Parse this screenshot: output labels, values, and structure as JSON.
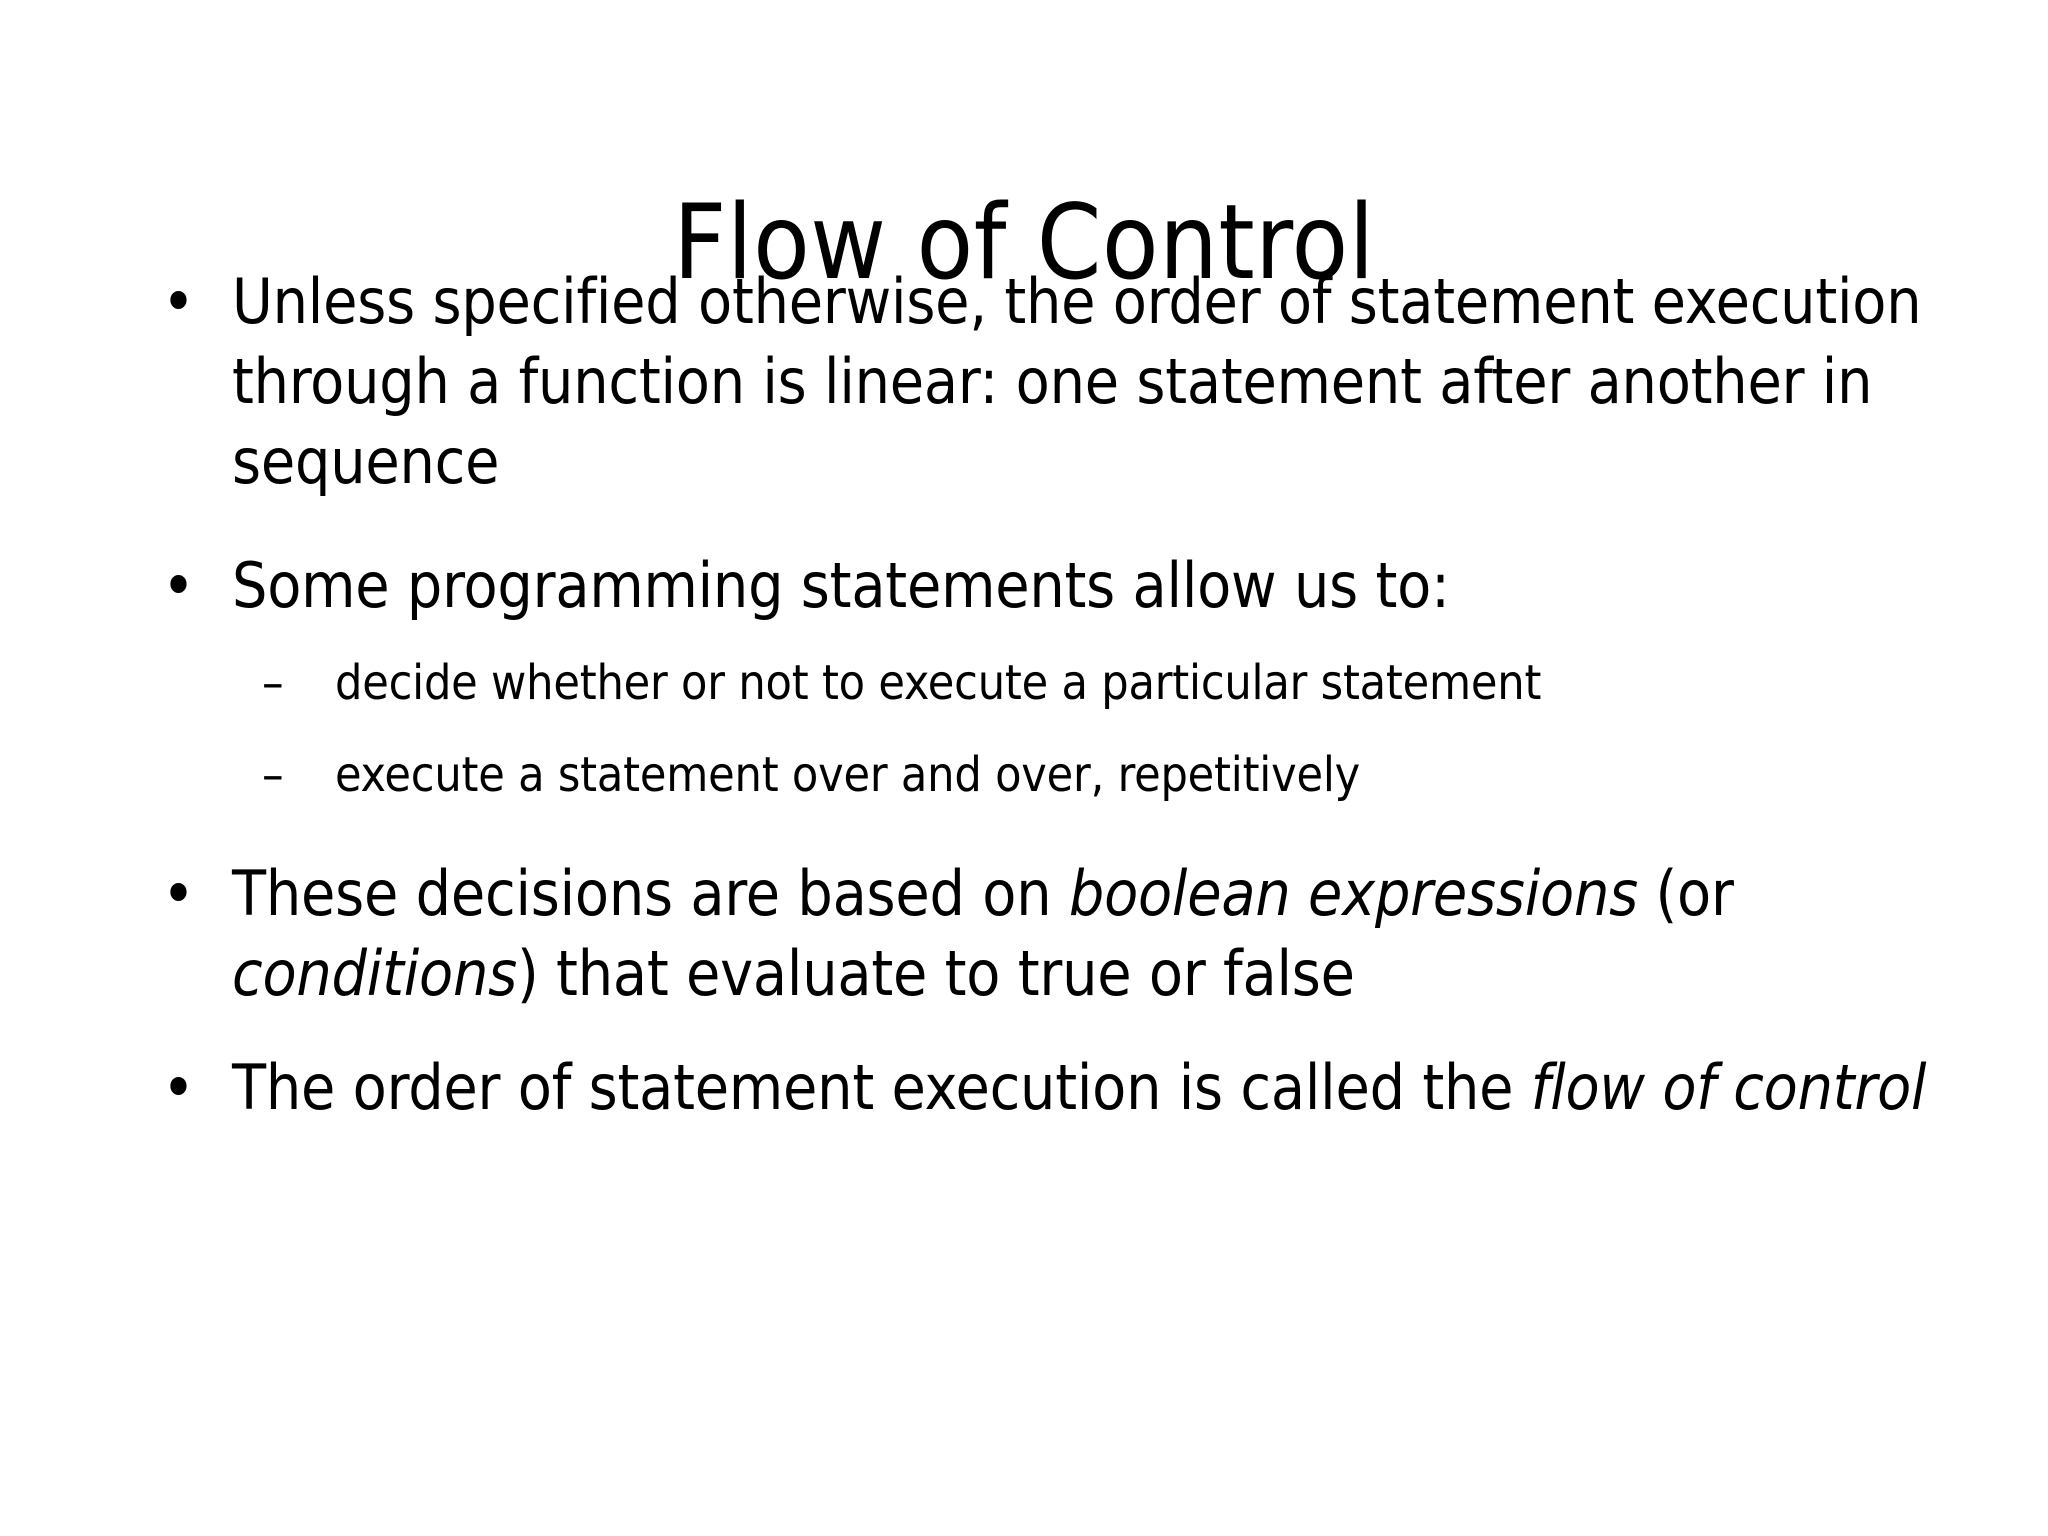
{
  "slide": {
    "title": "Flow of Control",
    "background_color": "#FFFFFF",
    "text_color": "#000000",
    "bullet_marker": "•",
    "subbullet_marker": "–",
    "content": {
      "b1": {
        "marker": "•",
        "text": "Unless specified otherwise, the order of statement execution through a function is linear: one statement after another in sequence"
      },
      "b2": {
        "marker": "•",
        "text": "Some programming statements allow us to:"
      },
      "s1": {
        "marker": "–",
        "text": "decide whether or not to execute a particular statement"
      },
      "s2": {
        "marker": "–",
        "text": "execute a statement over and over, repetitively"
      },
      "b3": {
        "marker": "•",
        "part1": "These decisions are based on ",
        "italic1": "boolean expressions",
        "part2": " (or ",
        "italic2": "conditions",
        "part3": ") that evaluate to true or false"
      },
      "b4": {
        "marker": "•",
        "part1": "The order of statement execution is called the ",
        "italic1": "flow of control"
      }
    }
  }
}
